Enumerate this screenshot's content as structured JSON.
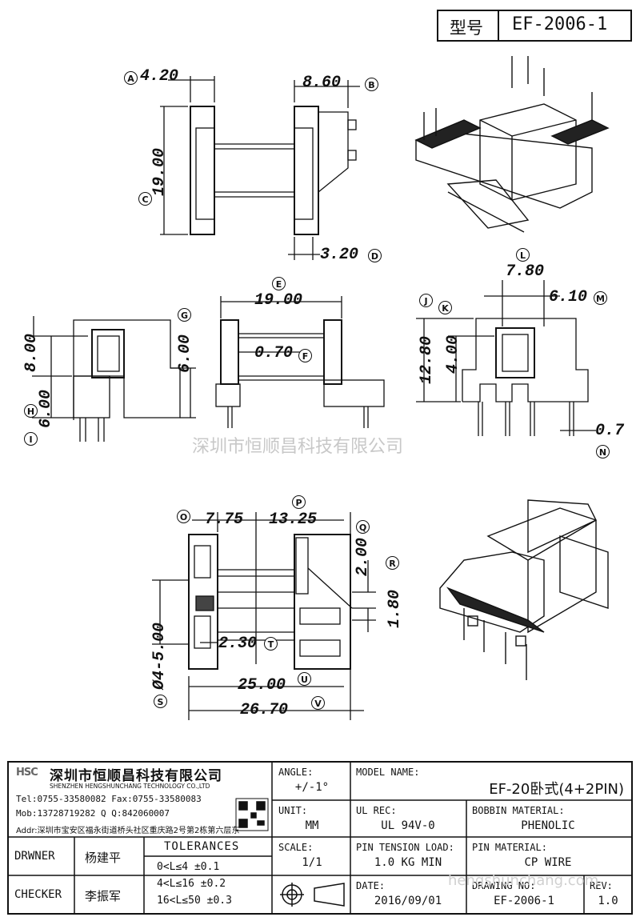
{
  "header": {
    "type_label": "型号",
    "part_no": "EF-2006-1"
  },
  "dims": {
    "A": "A",
    "A_val": "4.20",
    "B": "B",
    "B_val": "8.60",
    "C": "C",
    "C_val": "19.00",
    "D": "D",
    "D_val": "3.20",
    "E": "E",
    "E_val": "19.00",
    "F": "F",
    "F_val": "0.70",
    "G": "G",
    "G_val": "6.00",
    "H": "H",
    "H_val": "8.00",
    "I": "I",
    "I_val": "6.00",
    "J": "J",
    "K": "K",
    "J_val": "12.80",
    "K_val": "4.00",
    "L": "L",
    "L_val": "7.80",
    "M": "M",
    "M_val": "6.10",
    "N": "N",
    "N_val": "0.7",
    "O": "O",
    "O_val": "7.75",
    "P": "P",
    "P_val": "13.25",
    "Q": "Q",
    "Q_val": "2.00",
    "R": "R",
    "R_val": "1.80",
    "S": "S",
    "S_val": "Ø4-5.00",
    "T": "T",
    "T_val": "2.30",
    "U": "U",
    "U_val": "25.00",
    "V": "V",
    "V_val": "26.70"
  },
  "watermark": {
    "main": "深圳市恒顺昌科技有限公司",
    "footer": "hengshunchang.com"
  },
  "company": {
    "logo": "HSC",
    "name_cn": "深圳市恒顺昌科技有限公司",
    "name_en": "SHENZHEN HENGSHUNCHANG TECHNOLOGY CO.,LTD",
    "tel_fax": "Tel:0755-33580082 Fax:0755-33580083",
    "mob_qq": "Mob:13728719282     Q  Q:842060007",
    "addr": "Addr:深圳市宝安区福永街道桥头社区重庆路2号第2栋第六层东"
  },
  "titleblock": {
    "angle_label": "ANGLE:",
    "angle_val": "+/-1°",
    "model_label": "MODEL NAME:",
    "model_val": "EF-20卧式(4+2PIN)",
    "unit_label": "UNIT:",
    "unit_val": "MM",
    "ulrec_label": "UL REC:",
    "ulrec_val": "UL 94V-0",
    "bobbin_label": "BOBBIN MATERIAL:",
    "bobbin_val": "PHENOLIC",
    "drwner_label": "DRWNER",
    "drwner_val": "杨建平",
    "tol_label": "TOLERANCES",
    "tol_rows": [
      "0<L≤4    ±0.1",
      "4<L≤16   ±0.2",
      "16<L≤50  ±0.3"
    ],
    "scale_label": "SCALE:",
    "scale_val": "1/1",
    "tension_label": "PIN TENSION LOAD:",
    "tension_val": "1.0 KG MIN",
    "pinmat_label": "PIN MATERIAL:",
    "pinmat_val": "CP WIRE",
    "checker_label": "CHECKER",
    "checker_val": "李振军",
    "date_label": "DATE:",
    "date_val": "2016/09/01",
    "drawno_label": "DRAWING NO:",
    "drawno_val": "EF-2006-1",
    "rev_label": "REV:",
    "rev_val": "1.0"
  }
}
